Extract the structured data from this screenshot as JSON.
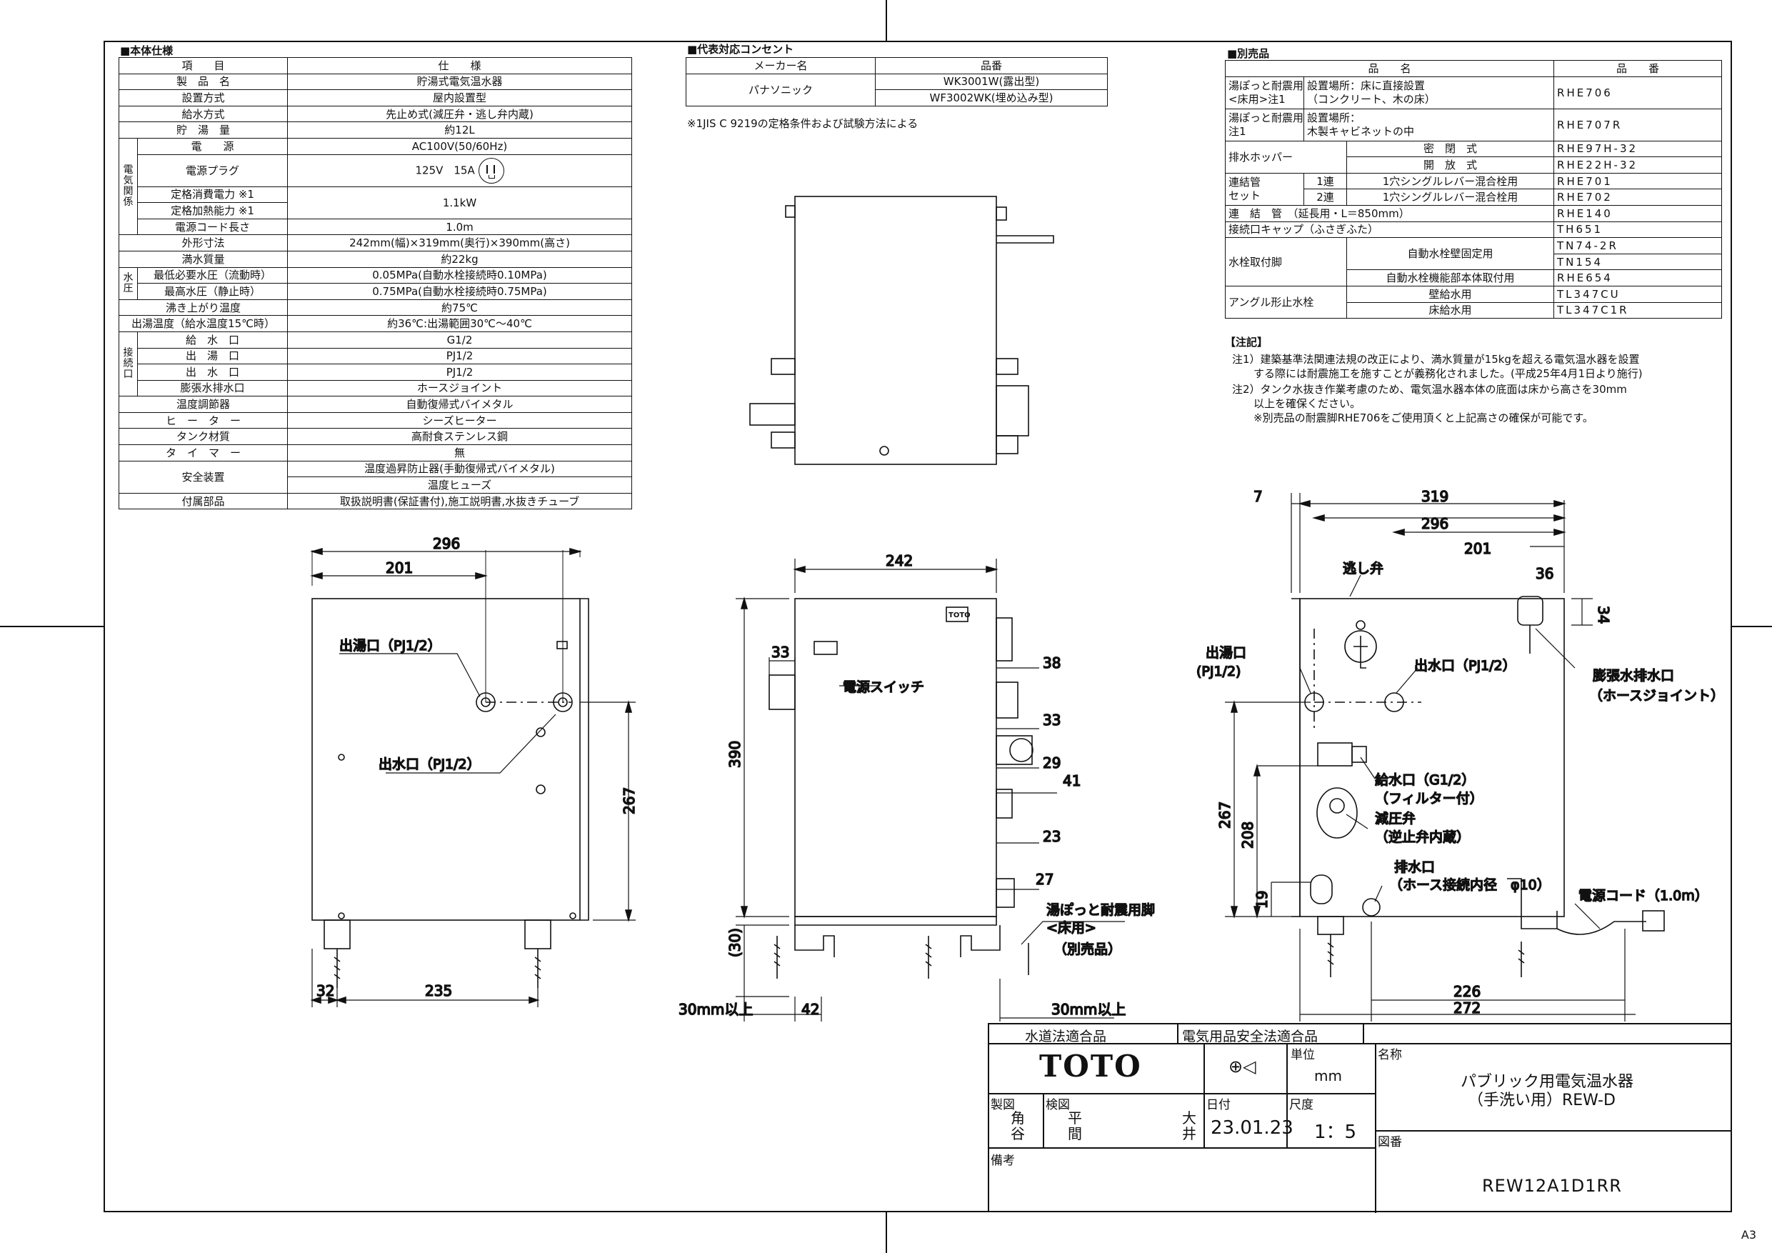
{
  "spec": {
    "title": "■本体仕様",
    "header": [
      "項　　目",
      "仕　　様"
    ],
    "rows": [
      {
        "item": "製　品　名",
        "value": "貯湯式電気温水器"
      },
      {
        "item": "設置方式",
        "value": "屋内設置型"
      },
      {
        "item": "給水方式",
        "value": "先止め式(減圧弁・逃し弁内蔵)"
      },
      {
        "item": "貯　湯　量",
        "value": "約12L"
      },
      {
        "item": "電　　源",
        "value": "AC100V(50/60Hz)"
      },
      {
        "item": "電源プラグ",
        "value": "125V　15A"
      },
      {
        "item": "定格消費電力 ※1",
        "value": "1.1kW"
      },
      {
        "item": "定格加熱能力 ※1",
        "value": ""
      },
      {
        "item": "電源コード長さ",
        "value": "1.0m"
      },
      {
        "item": "外形寸法",
        "value": "242mm(幅)×319mm(奥行)×390mm(高さ)"
      },
      {
        "item": "満水質量",
        "value": "約22kg"
      },
      {
        "item": "最低必要水圧（流動時）",
        "value": "0.05MPa(自動水栓接続時0.10MPa)"
      },
      {
        "item": "最高水圧（静止時）",
        "value": "0.75MPa(自動水栓接続時0.75MPa)"
      },
      {
        "item": "沸き上がり温度",
        "value": "約75℃"
      },
      {
        "item": "出湯温度（給水温度15℃時）",
        "value": "約36℃:出湯範囲30℃～40℃"
      },
      {
        "item": "給　水　口",
        "value": "G1/2"
      },
      {
        "item": "出　湯　口",
        "value": "PJ1/2"
      },
      {
        "item": "出　水　口",
        "value": "PJ1/2"
      },
      {
        "item": "膨張水排水口",
        "value": "ホースジョイント"
      },
      {
        "item": "温度調節器",
        "value": "自動復帰式バイメタル"
      },
      {
        "item": "ヒ　ー　タ　ー",
        "value": "シーズヒーター"
      },
      {
        "item": "タンク材質",
        "value": "高耐食ステンレス鋼"
      },
      {
        "item": "タ　イ　マ　ー",
        "value": "無"
      },
      {
        "item": "安全装置",
        "value": "温度過昇防止器(手動復帰式バイメタル)"
      },
      {
        "item": "",
        "value": "温度ヒューズ"
      },
      {
        "item": "付属部品",
        "value": "取扱説明書(保証書付),施工説明書,水抜きチューブ"
      }
    ],
    "cats": {
      "electric": "電気関係",
      "pressure": "水圧",
      "connection": "接続口"
    }
  },
  "outlet": {
    "title": "■代表対応コンセント",
    "header": [
      "メーカー名",
      "品番"
    ],
    "maker": "パナソニック",
    "parts": [
      "WK3001W(露出型)",
      "WF3002WK(埋め込み型)"
    ],
    "footnote": "※1JIS C 9219の定格条件および試験方法による"
  },
  "options": {
    "title": "■別売品",
    "header": [
      "品　　名",
      "品　　番"
    ],
    "rows": [
      {
        "a": "湯ぽっと耐震用脚\n<床用>注1",
        "b": "設置場所：床に直接設置\n（コンクリート、木の床）",
        "c": "RHE706"
      },
      {
        "a": "湯ぽっと耐震用脚\n注1",
        "b": "設置場所：\n木製キャビネットの中",
        "c": "RHE707R"
      },
      {
        "a": "排水ホッパー",
        "b": "密　閉　式",
        "c": "RHE97H-32"
      },
      {
        "a": "",
        "b": "開　放　式",
        "c": "RHE22H-32"
      },
      {
        "a": "連結管\nセット",
        "a2": "1連",
        "b": "1穴シングルレバー混合栓用",
        "c": "RHE701"
      },
      {
        "a": "",
        "a2": "2連",
        "b": "1穴シングルレバー混合栓用",
        "c": "RHE702"
      },
      {
        "a": "連　結　管　（延長用・L＝850mm）",
        "b": "",
        "c": "RHE140"
      },
      {
        "a": "接続口キャップ（ふさぎふた）",
        "b": "",
        "c": "TH651"
      },
      {
        "a": "水栓取付脚",
        "b": "自動水栓壁固定用",
        "c": "TN74-2R"
      },
      {
        "a": "",
        "b": "",
        "c": "TN154"
      },
      {
        "a": "",
        "b": "自動水栓機能部本体取付用",
        "c": "RHE654"
      },
      {
        "a": "アングル形止水栓",
        "b": "壁給水用",
        "c": "TL347CU"
      },
      {
        "a": "",
        "b": "床給水用",
        "c": "TL347C1R"
      }
    ]
  },
  "notes": {
    "title": "【注記】",
    "lines": [
      "注1）建築基準法関連法規の改正により、満水質量が15kgを超える電気温水器を設置",
      "　　する際には耐震施工を施すことが義務化されました。(平成25年4月1日より施行)",
      "注2）タンク水抜き作業考慮のため、電気温水器本体の底面は床から高さを30mm",
      "　　以上を確保ください。",
      "　　※別売品の耐震脚RHE706をご使用頂くと上記高さの確保が可能です。"
    ]
  },
  "front": {
    "dims": [
      "296",
      "201",
      "267",
      "32",
      "235"
    ],
    "labels": [
      "出湯口（PJ1/2）",
      "出水口（PJ1/2）"
    ]
  },
  "side": {
    "dims": [
      "242",
      "33",
      "38",
      "33",
      "29",
      "41",
      "23",
      "27",
      "390",
      "(30)",
      "30mm以上",
      "42",
      "30mm以上"
    ],
    "labels": [
      "電源スイッチ",
      "湯ぽっと耐震用脚",
      "<床用>",
      "（別売品）"
    ],
    "brand": "TOTO"
  },
  "back": {
    "dims": [
      "7",
      "319",
      "296",
      "201",
      "36",
      "34",
      "267",
      "208",
      "19",
      "226",
      "272"
    ],
    "labels": [
      "逃し弁",
      "出湯口",
      "(PJ1/2)",
      "出水口（PJ1/2）",
      "膨張水排水口",
      "（ホースジョイント）",
      "給水口（G1/2）",
      "（フィルター付）",
      "減圧弁",
      "（逆止弁内蔵）",
      "排水口",
      "（ホース接続内径　φ10）",
      "電源コード（1.0m）"
    ]
  },
  "titleblock": {
    "cert1": "水道法適合品",
    "cert2": "電気用品安全法適合品",
    "logo": "TOTO",
    "unit_label": "単位",
    "unit": "mm",
    "name_label": "名称",
    "name1": "パブリック用電気温水器",
    "name2": "（手洗い用）REW-D",
    "drawn_label": "製図",
    "drawn": "角谷",
    "check_label": "検図",
    "check": "平間",
    "approve": "大井",
    "date_label": "日付",
    "date": "23.01.23",
    "scale_label": "尺度",
    "scale": "1：5",
    "dwg_label": "図番",
    "dwg": "REW12A1D1RR",
    "remarks_label": "備考"
  },
  "sheet": "A3"
}
